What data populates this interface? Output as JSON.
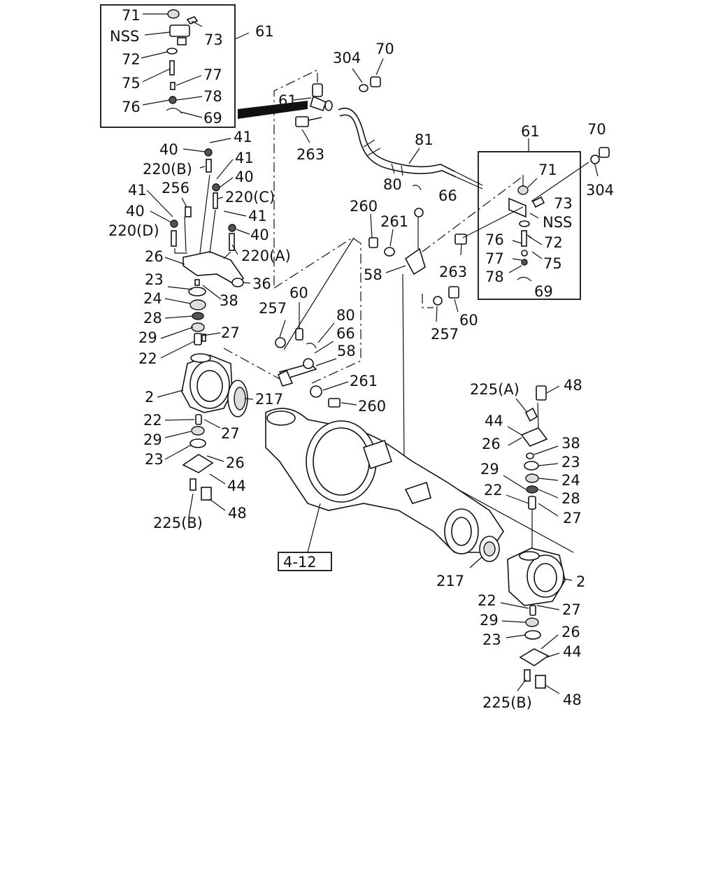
{
  "labels": {
    "l71a": "71",
    "lnssa": "NSS",
    "l73a": "73",
    "l61a": "61",
    "l72a": "72",
    "l75a": "75",
    "l77a": "77",
    "l76a": "76",
    "l78a": "78",
    "l69a": "69",
    "l304a": "304",
    "l70a": "70",
    "l61b": "61",
    "l263a": "263",
    "l81": "81",
    "l61c": "61",
    "l70b": "70",
    "l304b": "304",
    "l71b": "71",
    "l73b": "73",
    "lnssb": "NSS",
    "l72b": "72",
    "l76b": "76",
    "l75b": "75",
    "l77b": "77",
    "l78b": "78",
    "l69b": "69",
    "l263b": "263",
    "l41a": "41",
    "l40a": "40",
    "l220b": "220(B)",
    "l41b": "41",
    "l40b": "40",
    "l220c": "220(C)",
    "l41c": "41",
    "l256": "256",
    "l41d": "41",
    "l40c": "40",
    "l220d": "220(D)",
    "l40d": "40",
    "l220a": "220(A)",
    "l26a": "26",
    "l36": "36",
    "l38a": "38",
    "l23a": "23",
    "l24a": "24",
    "l28a": "28",
    "l29a": "29",
    "l27a": "27",
    "l22a": "22",
    "l2a": "2",
    "l217a": "217",
    "l22b": "22",
    "l27b": "27",
    "l29b": "29",
    "l23b": "23",
    "l26b": "26",
    "l44a": "44",
    "l225ba": "225(B)",
    "l48a": "48",
    "l80a": "80",
    "l66a": "66",
    "l260a": "260",
    "l261a": "261",
    "l58a": "58",
    "l257a": "257",
    "l60a": "60",
    "l80b": "80",
    "l66b": "66",
    "l58b": "58",
    "l261b": "261",
    "l260b": "260",
    "l257b": "257",
    "l60b": "60",
    "l412": "4-12",
    "l225a": "225(A)",
    "l48b": "48",
    "l44b": "44",
    "l26c": "26",
    "l38b": "38",
    "l23c": "23",
    "l24b": "24",
    "l29c": "29",
    "l28b": "28",
    "l22c": "22",
    "l27c": "27",
    "l217b": "217",
    "l2b": "2",
    "l22d": "22",
    "l27d": "27",
    "l29d": "29",
    "l23d": "23",
    "l26d": "26",
    "l44c": "44",
    "l225bb": "225(B)",
    "l48c": "48"
  }
}
